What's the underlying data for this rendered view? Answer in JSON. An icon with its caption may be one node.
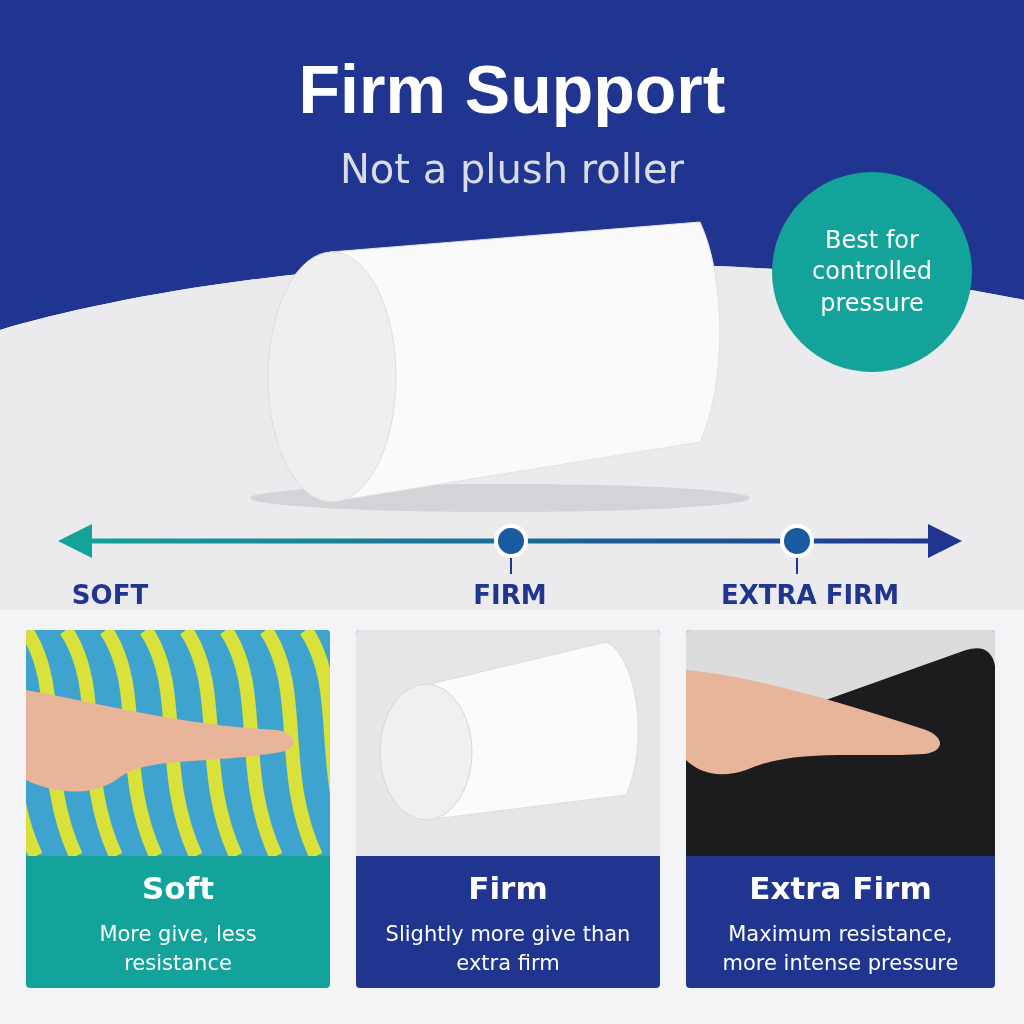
{
  "diagram": {
    "title": "Firm Support",
    "nodes": [
      {
        "text": [
          "Best for controlled pressure"
        ]
      },
      {
        "text": [
          "Soft",
          "More give, less resistance"
        ]
      },
      {
        "text": [
          "Firm",
          "Slightly more give than extra firm"
        ]
      },
      {
        "text": [
          "Extra Firm",
          "Maximum resistance, more intense pressure"
        ]
      }
    ],
    "labels": [
      "Not a plush roller",
      "SOFT",
      "FIRM",
      "EXTRA FIRM"
    ]
  }
}
